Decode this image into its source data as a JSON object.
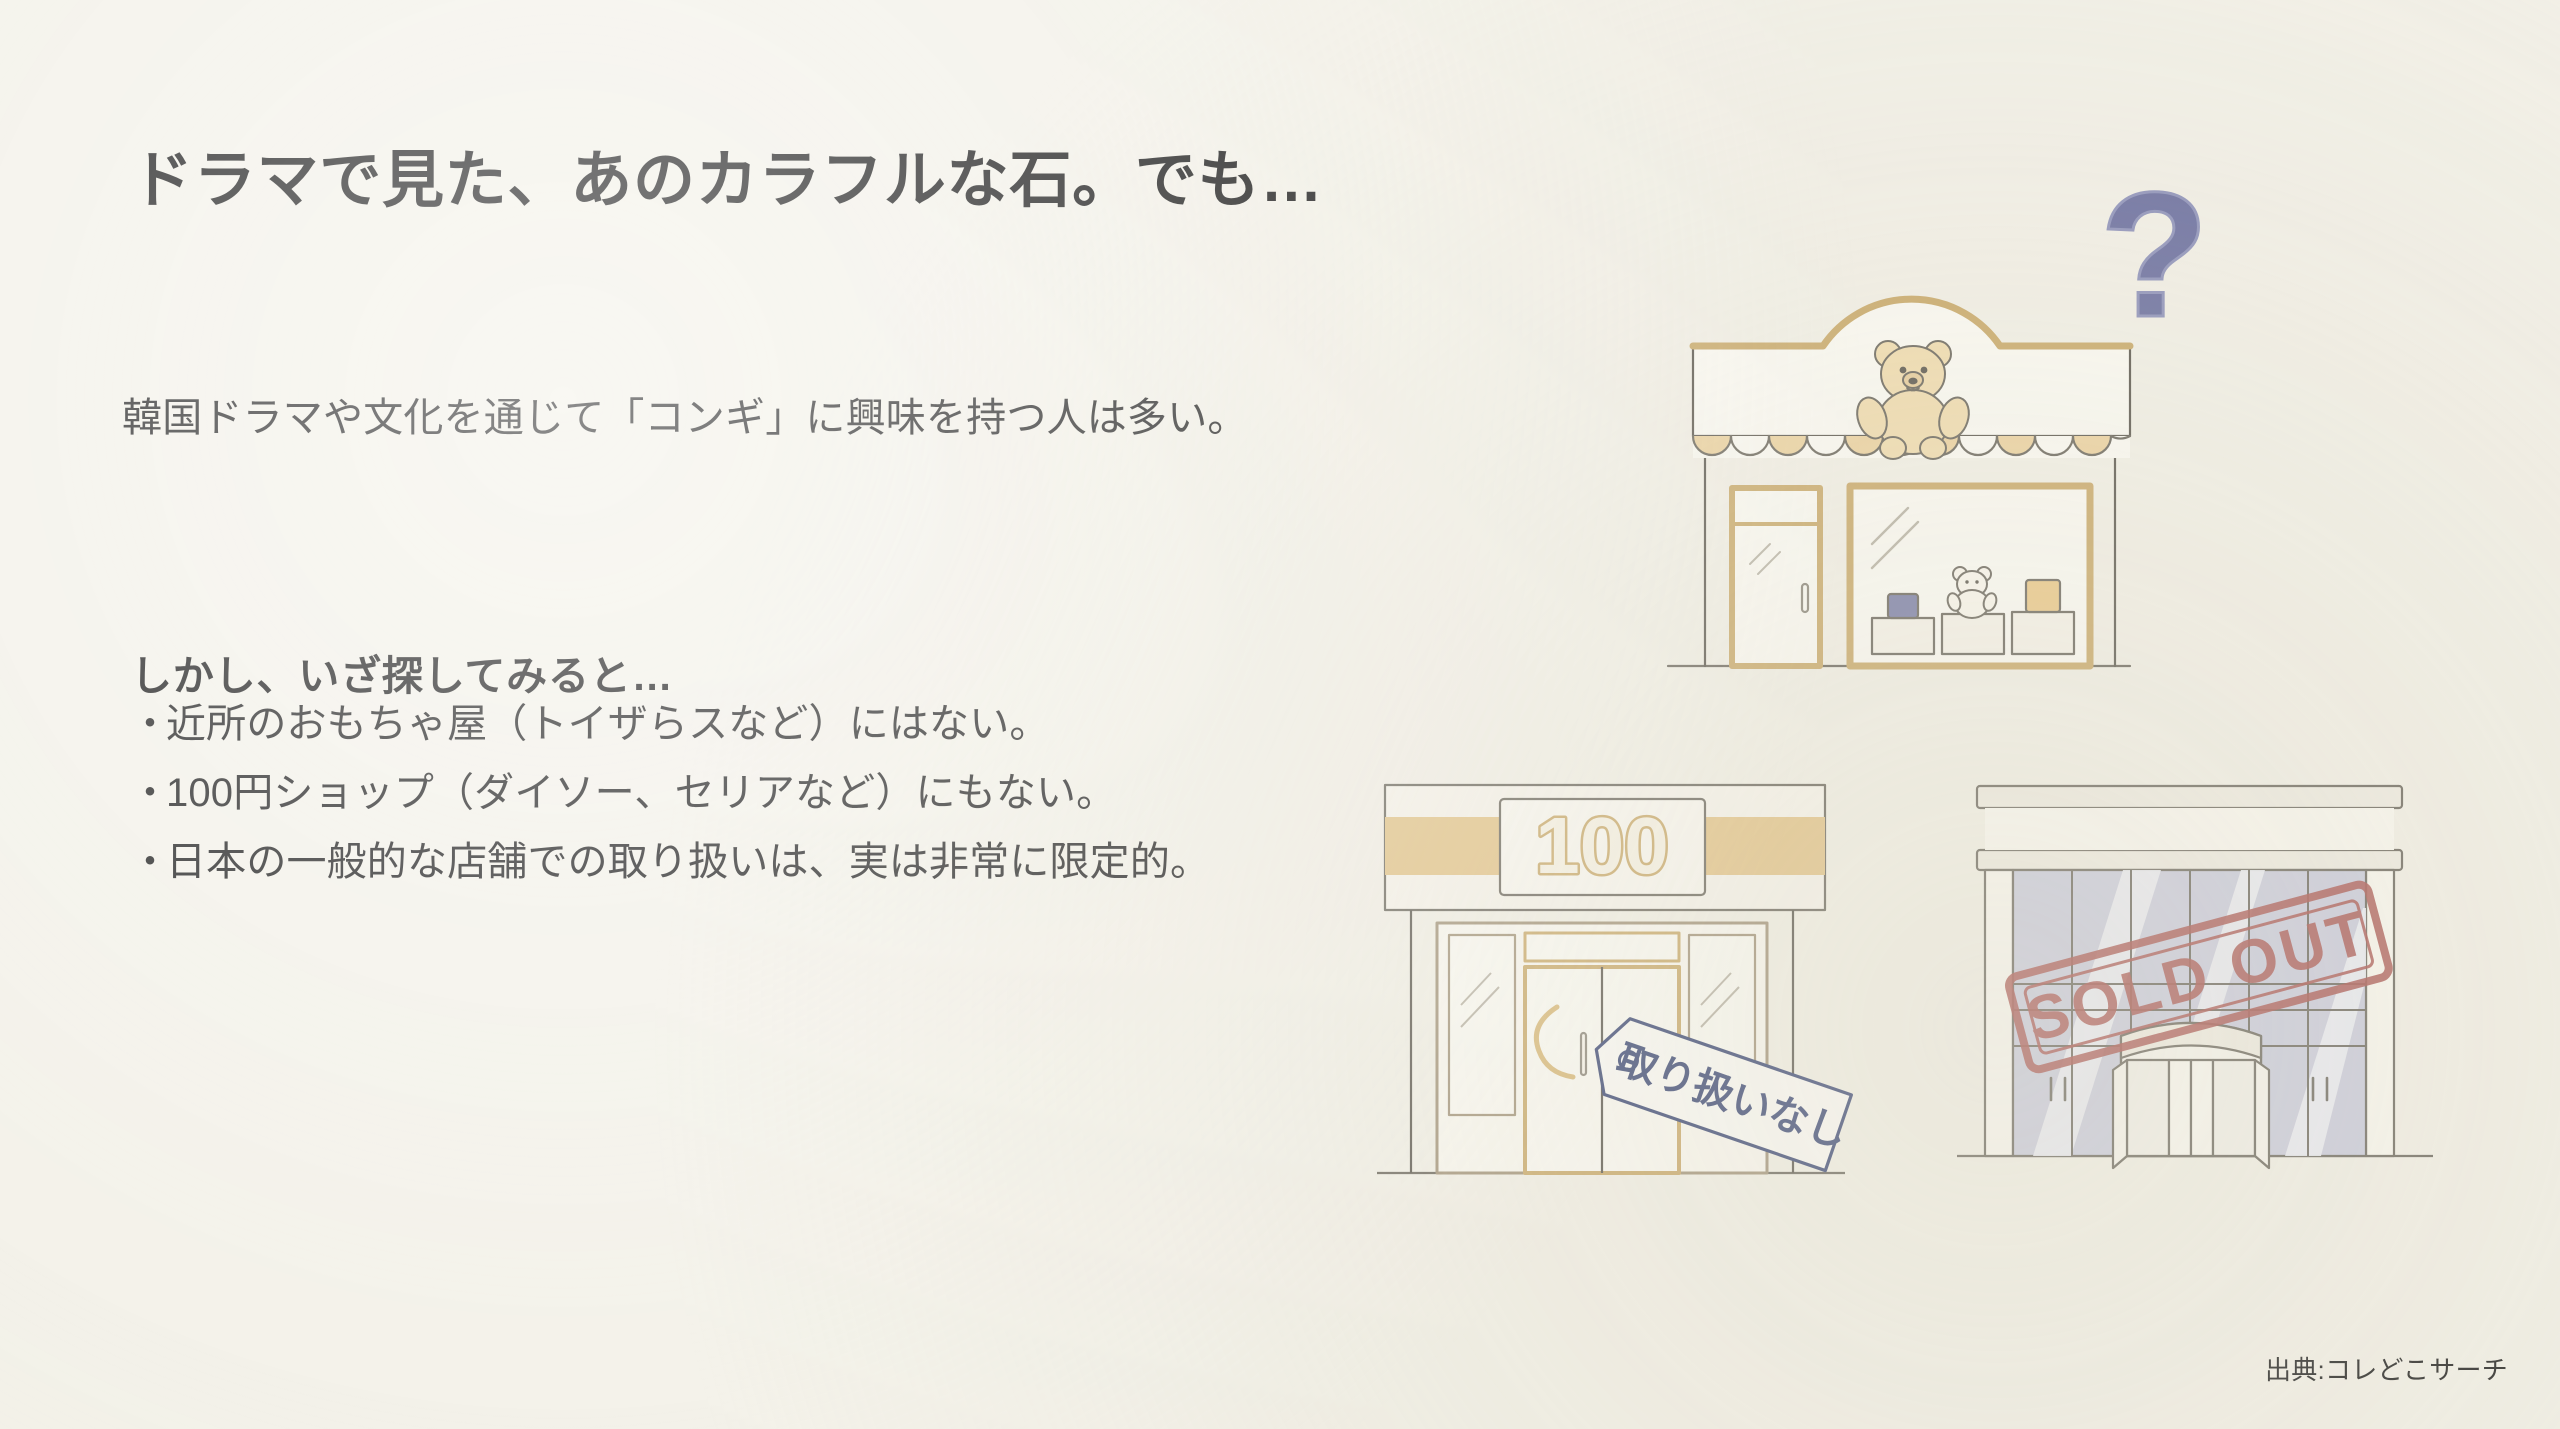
{
  "slide": {
    "background_color": "#f2f0e7",
    "title": "ドラマで見た、あのカラフルな石。でも…",
    "lede": "韓国ドラマや文化を通じて「コンギ」に興味を持つ人は多い。",
    "subhead": "しかし、いざ探してみると…",
    "bullet_marker": "・",
    "bullets": [
      "近所のおもちゃ屋（トイザらスなど）にはない。",
      "100円ショップ（ダイソー、セリアなど）にもない。",
      "日本の一般的な店舗での取り扱いは、実は非常に限定的。"
    ],
    "source": "出典:コレどこサーチ"
  },
  "illustrations": {
    "toy_store": {
      "name": "toy-store-with-question-mark",
      "question_mark": "?",
      "line_color": "#c9a96a",
      "accent_color": "#6b6fa0",
      "bear_fill": "#f0dcaf"
    },
    "hundred_yen_shop": {
      "name": "hundred-yen-shop-with-tag",
      "sign_text": "100",
      "tag_text": "取り扱いなし",
      "band_color": "#e3c489",
      "tag_text_color": "#3a4775"
    },
    "department_store": {
      "name": "department-store-sold-out",
      "stamp_text": "SOLD OUT",
      "stamp_color": "#a8514d",
      "glass_color": "#c9cbdd"
    }
  }
}
